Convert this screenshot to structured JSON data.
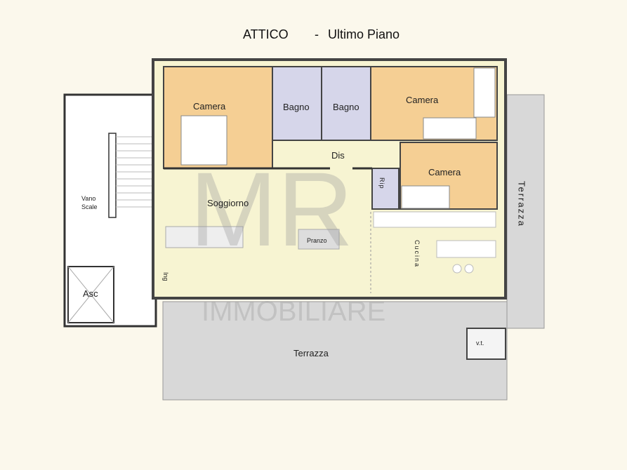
{
  "title": {
    "main": "ATTICO",
    "separator": "-",
    "subtitle": "Ultimo Piano"
  },
  "rooms": {
    "camera_1": "Camera",
    "bagno_1": "Bagno",
    "bagno_2": "Bagno",
    "camera_2": "Camera",
    "camera_3": "Camera",
    "dis": "Dis",
    "rip": "Rip",
    "soggiorno": "Soggiorno",
    "pranzo": "Pranzo",
    "cucina": "Cucina",
    "vano_scale_1": "Vano",
    "vano_scale_2": "Scale",
    "asc": "Asc",
    "ing": "Ing",
    "terrazza_side": "Terrazza",
    "terrazza_bottom": "Terrazza",
    "vt": "v.t."
  },
  "watermark": {
    "logo": "MR",
    "text": "IMMOBILIARE"
  },
  "colors": {
    "bedroom": "#f5cf94",
    "bathroom": "#d6d6ea",
    "living": "#f7f4d2",
    "terrace": "#d8d8d8",
    "background": "#fbf8ec",
    "wall": "#333333"
  }
}
